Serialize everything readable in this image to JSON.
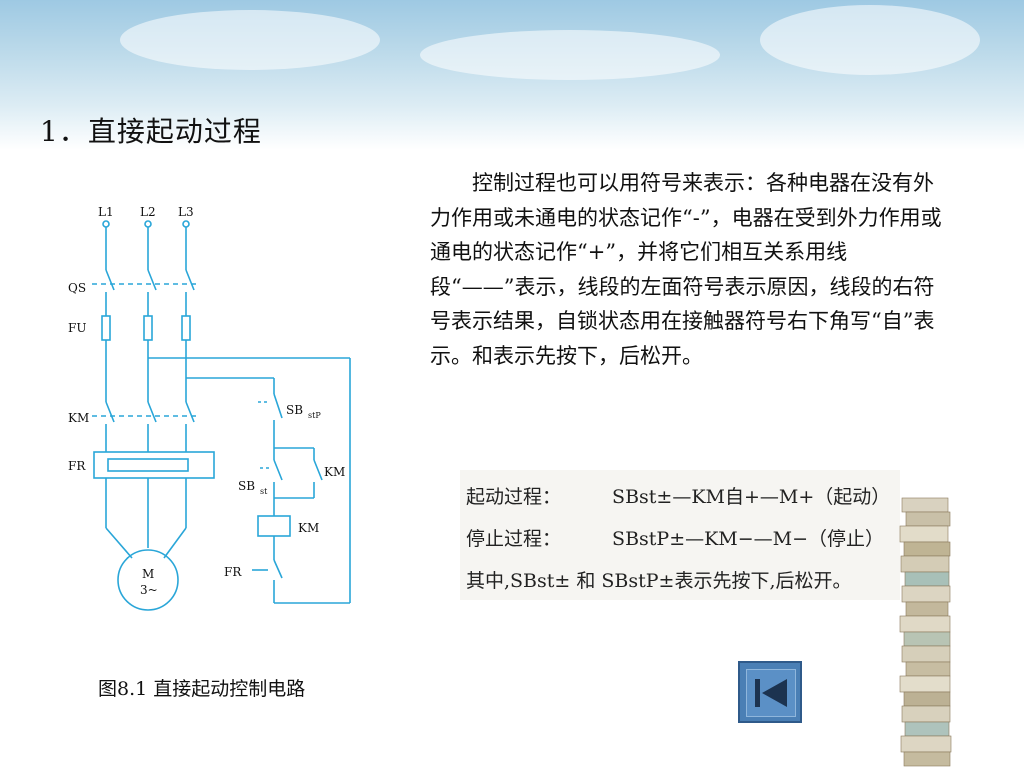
{
  "slide": {
    "title": "1．直接起动过程",
    "paragraph": "控制过程也可以用符号来表示：各种电器在没有外力作用或未通电的状态记作“-”，电器在受到外力作用或通电的状态记作“+”，并将它们相互关系用线段“——”表示，线段的左面符号表示原因，线段的右符号表示结果，自锁状态用在接触器符号右下角写“自”表示。和表示先按下，后松开。",
    "caption": "图8.1  直接起动控制电路"
  },
  "diagram": {
    "phases": [
      "L1",
      "L2",
      "L3"
    ],
    "qs": "QS",
    "fu": "FU",
    "km_main": "KM",
    "fr_main": "FR",
    "motor_label": "M",
    "motor_sub": "3~",
    "sbstp": "SB",
    "sbstp_sub": "stP",
    "sbst": "SB",
    "sbst_sub": "st",
    "km_aux": "KM",
    "km_coil": "KM",
    "fr_contact": "FR",
    "line_color": "#2aa6d8"
  },
  "equations": {
    "start_label": "起动过程：",
    "start_expr": "SBst±—KM自+—M+（起动）",
    "stop_label": "停止过程：",
    "stop_expr": "SBstP±—KM−—M−（停止）",
    "note": "其中,SBst± 和 SBstP±表示先按下,后松开。"
  },
  "nav": {
    "back_icon": "skip-to-start-icon"
  }
}
